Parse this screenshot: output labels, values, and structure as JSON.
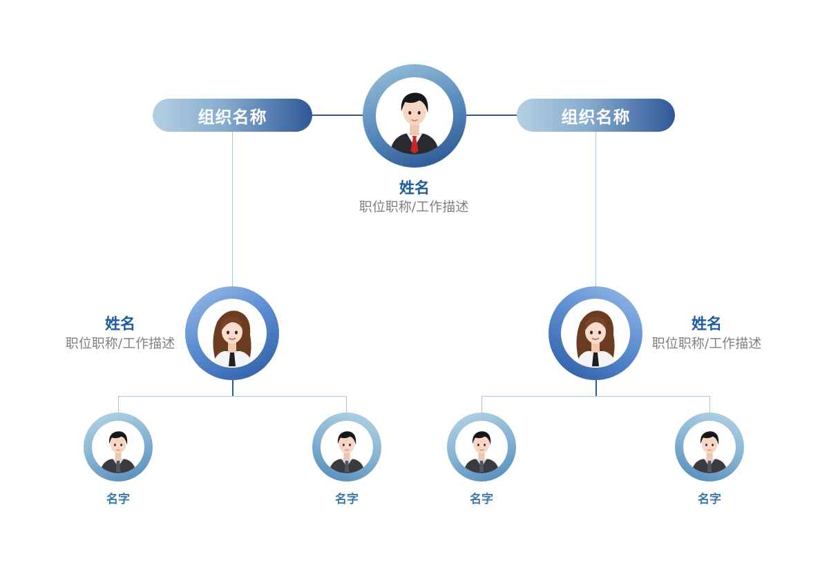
{
  "top": {
    "name": "姓名",
    "title": "职位职称/工作描述",
    "avatar_icon": "male-avatar-icon-red-tie"
  },
  "orgs": {
    "left": "组织名称",
    "right": "组织名称"
  },
  "managers": {
    "left": {
      "name": "姓名",
      "title": "职位职称/工作描述",
      "avatar_icon": "female-avatar-icon"
    },
    "right": {
      "name": "姓名",
      "title": "职位职称/工作描述",
      "avatar_icon": "female-avatar-icon"
    }
  },
  "members": [
    {
      "name": "名字",
      "avatar_icon": "male-avatar-icon"
    },
    {
      "name": "名字",
      "avatar_icon": "male-avatar-icon"
    },
    {
      "name": "名字",
      "avatar_icon": "male-avatar-icon"
    },
    {
      "name": "名字",
      "avatar_icon": "male-avatar-icon"
    }
  ],
  "colors": {
    "accent_dark": "#2c5a93",
    "accent_light": "#a6c6df",
    "name_text": "#1f5c9c",
    "member_name_text": "#3a78ad",
    "description_text": "#808080"
  }
}
